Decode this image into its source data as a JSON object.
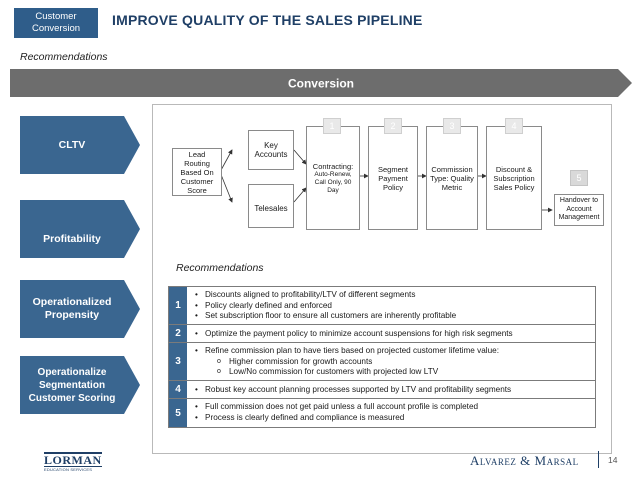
{
  "header": {
    "badge": "Customer Conversion",
    "title": "IMPROVE QUALITY OF THE SALES PIPELINE"
  },
  "recommendations_label_top": "Recommendations",
  "banner": {
    "label": "Conversion"
  },
  "left_labels": {
    "cltv": "CLTV",
    "profitability": "Profitability",
    "op_propensity": "Operationalized Propensity",
    "op_segmentation": "Operationalize Segmentation Customer Scoring"
  },
  "flow": {
    "lead_routing": "Lead Routing Based On Customer Score",
    "key_accounts": "Key Accounts",
    "telesales": "Telesales",
    "contracting_title": "Contracting:",
    "contracting_detail": "Auto-Renew, Call Only, 90 Day",
    "segment_payment": "Segment Payment Policy",
    "commission_type": "Commission Type: Quality Metric",
    "discount_subscription": "Discount & Subscription Sales Policy",
    "handover": "Handover to Account Management",
    "step1": "1",
    "step2": "2",
    "step3": "3",
    "step4": "4",
    "step5": "5"
  },
  "recommendations_label_mid": "Recommendations",
  "table": {
    "rows": [
      {
        "num": "1",
        "items": [
          "Discounts aligned to profitability/LTV of different segments",
          "Policy clearly defined and enforced",
          "Set subscription floor to ensure all customers are inherently profitable"
        ]
      },
      {
        "num": "2",
        "items": [
          "Optimize the payment policy to minimize account suspensions for high risk segments"
        ]
      },
      {
        "num": "3",
        "items": [
          "Refine commission plan to have tiers based on projected customer lifetime value:"
        ],
        "subitems": [
          "Higher commission for growth accounts",
          "Low/No commission for customers with projected low LTV"
        ]
      },
      {
        "num": "4",
        "items": [
          "Robust key account planning processes supported by LTV and profitability segments"
        ]
      },
      {
        "num": "5",
        "items": [
          "Full commission does not get paid unless a full account profile is completed",
          "Process is clearly defined and compliance is measured"
        ]
      }
    ]
  },
  "footer": {
    "lorman": "LORMAN",
    "lorman_sub": "EDUCATION SERVICES",
    "am": "Alvarez & Marsal",
    "page": "14"
  },
  "colors": {
    "navy": "#1f3f66",
    "blue": "#3a6690",
    "banner_gray": "#6d6d6d"
  }
}
